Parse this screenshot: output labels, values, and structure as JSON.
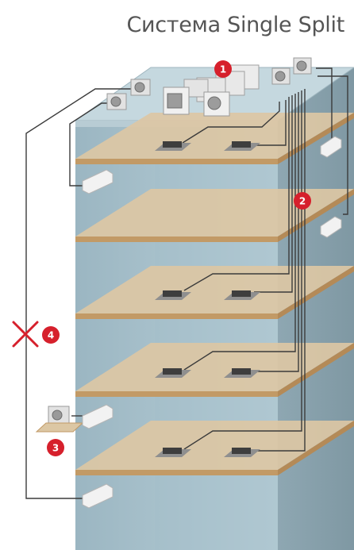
{
  "title": "Система Single Split",
  "markers": {
    "outdoor_units": "1",
    "refrigerant_lines": "2",
    "balcony_unit": "3",
    "long_route_not_allowed": "4"
  },
  "colors": {
    "badge": "#d6202c",
    "cross": "#d6202c",
    "floor_slab": "#dcc7a4",
    "floor_edge": "#c29a66",
    "building_glass": "#a9c2cd",
    "pipe": "#3b3b3b",
    "title": "#555555"
  }
}
